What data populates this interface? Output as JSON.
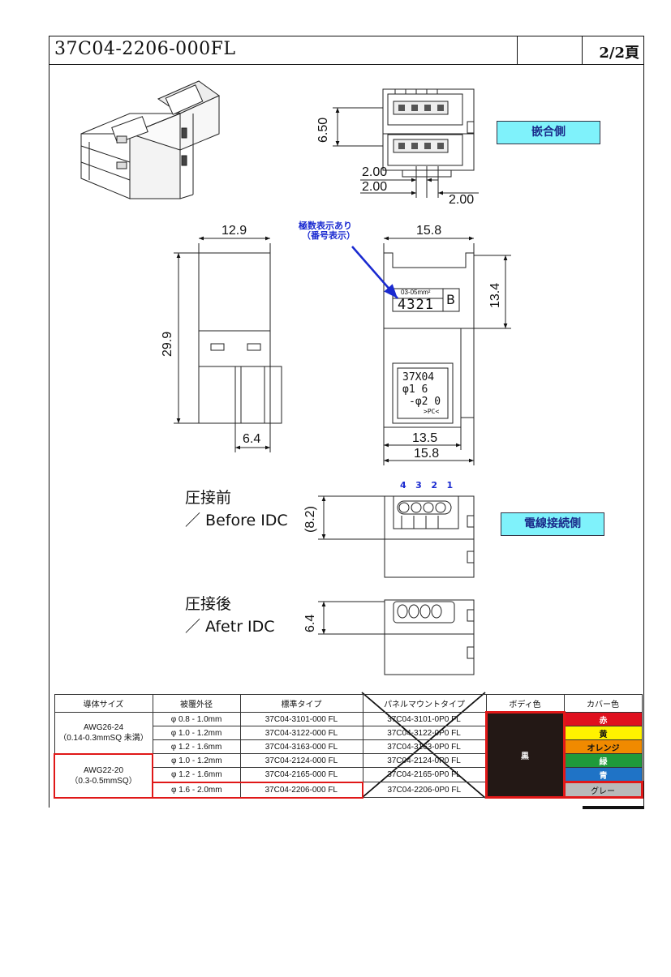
{
  "header": {
    "part_number": "37C04-2206-000FL",
    "page": "2/2頁"
  },
  "labels": {
    "mating_side": "嵌合側",
    "wire_side": "電線接続側"
  },
  "callout": {
    "line1": "極数表示あり",
    "line2": "（番号表示）"
  },
  "dims": {
    "d650": "6.50",
    "d200a": "2.00",
    "d200b": "2.00",
    "d200c": "2.00",
    "d129": "12.9",
    "d299": "29.9",
    "d64a": "6.4",
    "d158a": "15.8",
    "d134": "13.4",
    "d135": "13.5",
    "d158b": "15.8",
    "d82": "(8.2)",
    "d64b": "6.4"
  },
  "marking": {
    "cap_small": "03-05mm²",
    "cap_num": "4321",
    "cap_letter": "B",
    "body_l1": "37X04",
    "body_l2": "φ1 6",
    "body_l3": "-φ2 0",
    "body_l4": ">PC<"
  },
  "pins": [
    "4",
    "3",
    "2",
    "1"
  ],
  "stages": {
    "before_jp": "圧接前",
    "before_en": "／ Before  IDC",
    "after_jp": "圧接後",
    "after_en": "／ Afetr  IDC"
  },
  "table": {
    "headers": [
      "導体サイズ",
      "被覆外径",
      "標準タイプ",
      "パネルマウントタイプ",
      "ボディ色",
      "カバー色"
    ],
    "awg_a": "AWG26-24",
    "awg_a_sq": "（0.14-0.3mmSQ 未満）",
    "awg_b": "AWG22-20",
    "awg_b_sq": "（0.3-0.5mmSQ）",
    "body_color": "黒",
    "rows": [
      {
        "dia": "φ 0.8 - 1.0mm",
        "std": "37C04-3101-000 FL",
        "panel": "37C04-3101-0P0 FL",
        "cover": "赤",
        "bg": "#e0101e",
        "fg": "#ffffff"
      },
      {
        "dia": "φ 1.0 - 1.2mm",
        "std": "37C04-3122-000 FL",
        "panel": "37C04-3122-0P0 FL",
        "cover": "黄",
        "bg": "#fff200",
        "fg": "#111111"
      },
      {
        "dia": "φ 1.2 - 1.6mm",
        "std": "37C04-3163-000 FL",
        "panel": "37C04-3163-0P0 FL",
        "cover": "オレンジ",
        "bg": "#f08a00",
        "fg": "#111111"
      },
      {
        "dia": "φ 1.0 - 1.2mm",
        "std": "37C04-2124-000 FL",
        "panel": "37C04-2124-0P0 FL",
        "cover": "緑",
        "bg": "#1f9a3a",
        "fg": "#ffffff"
      },
      {
        "dia": "φ 1.2 - 1.6mm",
        "std": "37C04-2165-000 FL",
        "panel": "37C04-2165-0P0 FL",
        "cover": "青",
        "bg": "#1f73c6",
        "fg": "#ffffff"
      },
      {
        "dia": "φ 1.6 - 2.0mm",
        "std": "37C04-2206-000 FL",
        "panel": "37C04-2206-0P0 FL",
        "cover": "グレー",
        "bg": "#b9b9b9",
        "fg": "#111111"
      }
    ]
  },
  "colors": {
    "highlight": "#e01818",
    "arrow": "#1a2ad0",
    "label_bg": "#7ff2fb"
  }
}
